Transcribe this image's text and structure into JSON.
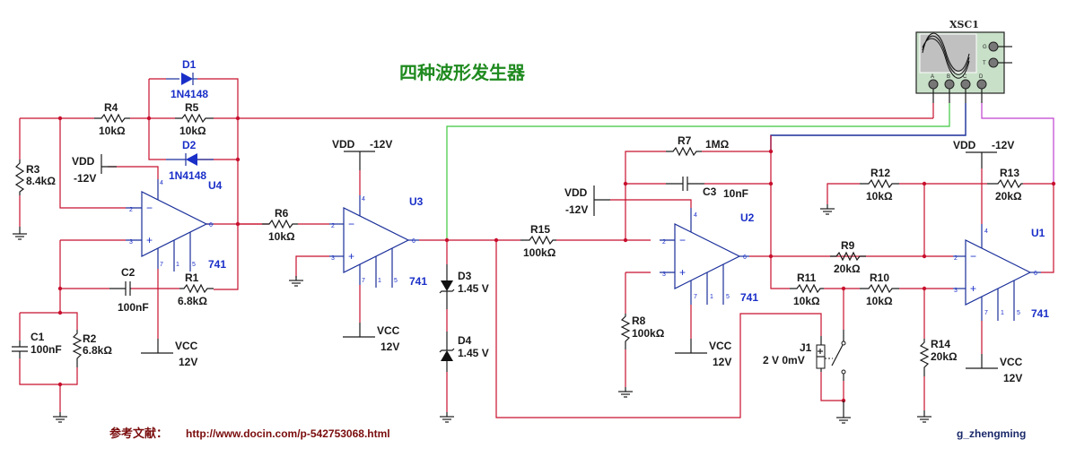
{
  "title": "四种波形发生器",
  "reference": {
    "label": "参考文献：",
    "url": "http://www.docin.com/p-542753068.html"
  },
  "author": "g_zhengming",
  "colors": {
    "wire": "#c8102e",
    "opamp": "#1a2f9a",
    "channel_b": "#3ec83e",
    "channel_c": "#1a2f9a",
    "channel_d": "#c040d0",
    "title": "#1f8a1f",
    "reference": "#7a0c0c"
  },
  "oscilloscope": {
    "name": "XSC1",
    "channels": [
      "A",
      "B",
      "C",
      "D"
    ],
    "side_terminals": [
      "G",
      "T"
    ]
  },
  "opamps": [
    {
      "ref": "U4",
      "model": "741",
      "pins": {
        "inv": "2",
        "noninv": "3",
        "out": "6",
        "vneg": "4",
        "vpos": "7",
        "p1": "1",
        "p5": "5"
      }
    },
    {
      "ref": "U3",
      "model": "741",
      "pins": {
        "inv": "2",
        "noninv": "3",
        "out": "6",
        "vneg": "4",
        "vpos": "7",
        "p1": "1",
        "p5": "5"
      }
    },
    {
      "ref": "U2",
      "model": "741",
      "pins": {
        "inv": "2",
        "noninv": "3",
        "out": "6",
        "vneg": "4",
        "vpos": "7",
        "p1": "1",
        "p5": "5"
      }
    },
    {
      "ref": "U1",
      "model": "741",
      "pins": {
        "inv": "2",
        "noninv": "3",
        "out": "6",
        "vneg": "4",
        "vpos": "7",
        "p1": "1",
        "p5": "5"
      }
    }
  ],
  "resistors": {
    "R1": {
      "ref": "R1",
      "value": "6.8kΩ"
    },
    "R2": {
      "ref": "R2",
      "value": "6.8kΩ"
    },
    "R3": {
      "ref": "R3",
      "value": "8.4kΩ"
    },
    "R4": {
      "ref": "R4",
      "value": "10kΩ"
    },
    "R5": {
      "ref": "R5",
      "value": "10kΩ"
    },
    "R6": {
      "ref": "R6",
      "value": "10kΩ"
    },
    "R7": {
      "ref": "R7",
      "value": "1MΩ"
    },
    "R8": {
      "ref": "R8",
      "value": "100kΩ"
    },
    "R9": {
      "ref": "R9",
      "value": "20kΩ"
    },
    "R10": {
      "ref": "R10",
      "value": "10kΩ"
    },
    "R11": {
      "ref": "R11",
      "value": "10kΩ"
    },
    "R12": {
      "ref": "R12",
      "value": "10kΩ"
    },
    "R13": {
      "ref": "R13",
      "value": "20kΩ"
    },
    "R14": {
      "ref": "R14",
      "value": "20kΩ"
    },
    "R15": {
      "ref": "R15",
      "value": "100kΩ"
    }
  },
  "capacitors": {
    "C1": {
      "ref": "C1",
      "value": "100nF"
    },
    "C2": {
      "ref": "C2",
      "value": "100nF"
    },
    "C3": {
      "ref": "C3",
      "value": "10nF"
    }
  },
  "diodes": {
    "D1": {
      "ref": "D1",
      "value": "1N4148"
    },
    "D2": {
      "ref": "D2",
      "value": "1N4148"
    },
    "D3": {
      "ref": "D3",
      "value": "1.45 V"
    },
    "D4": {
      "ref": "D4",
      "value": "1.45 V"
    }
  },
  "switch": {
    "ref": "J1",
    "value": "2 V 0mV"
  },
  "supplies": {
    "vdd": {
      "name": "VDD",
      "value": "-12V"
    },
    "vcc": {
      "name": "VCC",
      "value": "12V"
    }
  }
}
